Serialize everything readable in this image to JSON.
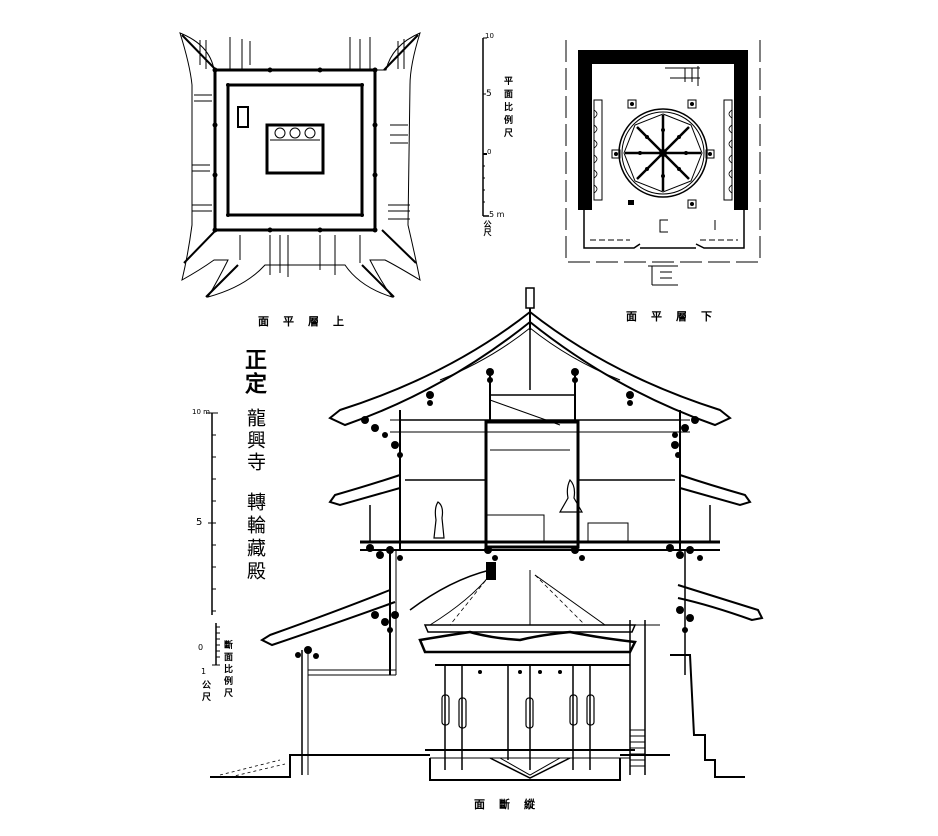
{
  "title": {
    "line1": "正定",
    "line2": "龍興寺",
    "line3": "轉輪藏殿"
  },
  "drawings": {
    "upper_plan": {
      "caption": "上層平面",
      "caption_display": "面平層上"
    },
    "lower_plan": {
      "caption": "下層平面",
      "caption_display": "面平層下"
    },
    "section": {
      "caption": "縱斷面",
      "caption_display": "面斷縱"
    }
  },
  "scales": {
    "plan_scale": {
      "label": "平面比例尺",
      "unit": "公尺",
      "ticks": [
        "10",
        "5",
        "0",
        "5 m"
      ]
    },
    "section_scale": {
      "label": "斷面比例尺",
      "unit": "公尺",
      "ticks": [
        "10 m",
        "5",
        "0",
        "1"
      ]
    }
  },
  "colors": {
    "ink": "#000000",
    "paper": "#ffffff"
  }
}
